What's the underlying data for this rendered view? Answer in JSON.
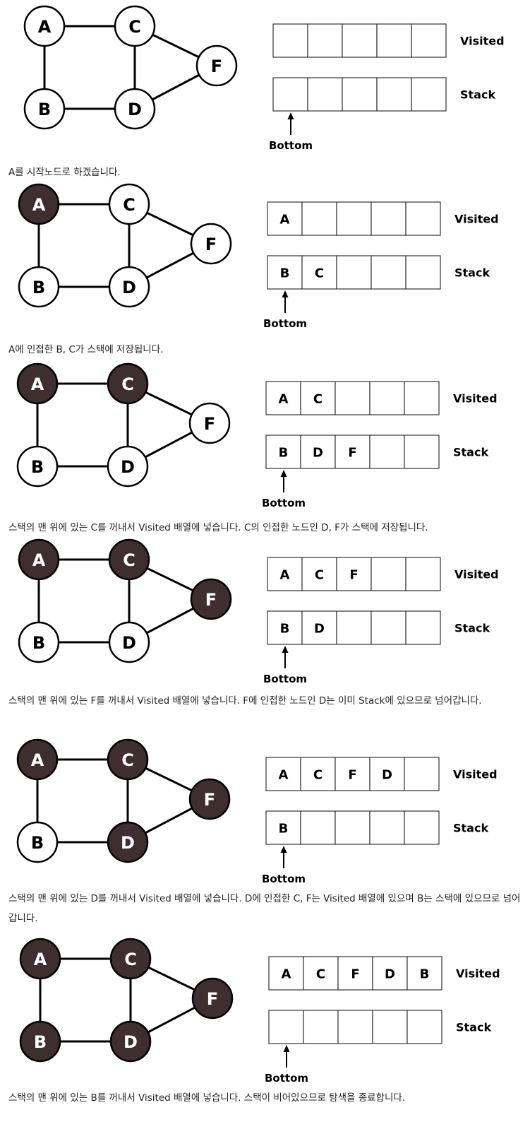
{
  "labels": {
    "visited": "Visited",
    "stack": "Stack",
    "bottom": "Bottom"
  },
  "colors": {
    "visited_node": "#3f2e2e",
    "unvisited_node": "#ffffff",
    "edge": "#000000",
    "text_dark": "#000000",
    "text_light": "#ffffff"
  },
  "graph": {
    "nodes": [
      "A",
      "B",
      "C",
      "D",
      "F"
    ],
    "edges": [
      [
        "A",
        "B"
      ],
      [
        "A",
        "C"
      ],
      [
        "B",
        "D"
      ],
      [
        "C",
        "D"
      ],
      [
        "C",
        "F"
      ],
      [
        "D",
        "F"
      ]
    ]
  },
  "steps": [
    {
      "visited_nodes": [],
      "visited_array": [],
      "stack_array": [],
      "caption": "A를 시작노드로 하겠습니다."
    },
    {
      "visited_nodes": [
        "A"
      ],
      "visited_array": [
        "A"
      ],
      "stack_array": [
        "B",
        "C"
      ],
      "caption": "A에 인접한 B, C가 스택에 저장됩니다."
    },
    {
      "visited_nodes": [
        "A",
        "C"
      ],
      "visited_array": [
        "A",
        "C"
      ],
      "stack_array": [
        "B",
        "D",
        "F"
      ],
      "caption": "스택의 맨 위에 있는 C를 꺼내서 Visited 배열에 넣습니다. C의 인접한 노드인 D, F가 스택에 저장됩니다."
    },
    {
      "visited_nodes": [
        "A",
        "C",
        "F"
      ],
      "visited_array": [
        "A",
        "C",
        "F"
      ],
      "stack_array": [
        "B",
        "D"
      ],
      "caption": "스택의 맨 위에 있는 F를 꺼내서 Visited 배열에 넣습니다. F에 인접한 노드인 D는 이미 Stack에 있으므로 넘어갑니다."
    },
    {
      "visited_nodes": [
        "A",
        "C",
        "F",
        "D"
      ],
      "visited_array": [
        "A",
        "C",
        "F",
        "D"
      ],
      "stack_array": [
        "B"
      ],
      "caption": "스택의 맨 위에 있는 D를 꺼내서 Visited 배열에 넣습니다. D에 인접한 C, F는 Visited 배열에 있으며 B는 스택에 있으므로 넘어갑니다."
    },
    {
      "visited_nodes": [
        "A",
        "C",
        "F",
        "D",
        "B"
      ],
      "visited_array": [
        "A",
        "C",
        "F",
        "D",
        "B"
      ],
      "stack_array": [],
      "caption": "스택의 맨 위에 있는 B를 꺼내서 Visited 배열에 넣습니다. 스택이 비어있으므로 탐색을 종료합니다."
    }
  ]
}
